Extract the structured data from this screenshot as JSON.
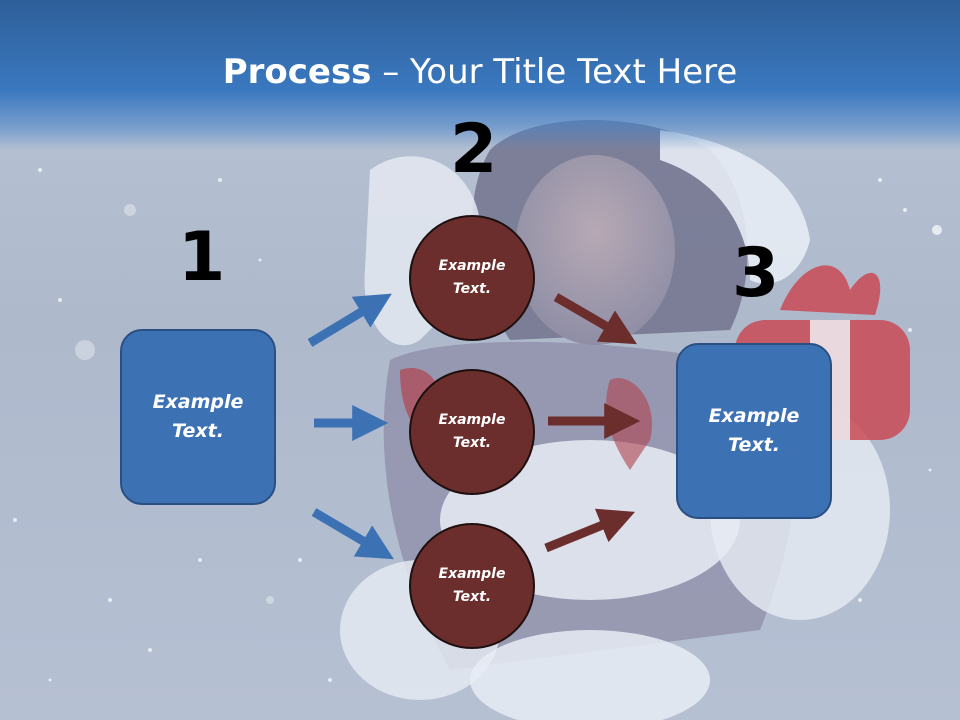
{
  "title": {
    "bold": "Process",
    "rest": " – Your Title Text Here"
  },
  "steps": {
    "step1": {
      "number": "1",
      "line1": "Example",
      "line2": "Text."
    },
    "step2": {
      "number": "2",
      "circles": [
        {
          "line1": "Example",
          "line2": "Text."
        },
        {
          "line1": "Example",
          "line2": "Text."
        },
        {
          "line1": "Example",
          "line2": "Text."
        }
      ]
    },
    "step3": {
      "number": "3",
      "line1": "Example",
      "line2": "Text."
    }
  },
  "colors": {
    "header": "#3a78bf",
    "box_fill": "#3c72b4",
    "circle_fill": "#6b2e2c",
    "arrow_blue": "#3c72b4",
    "arrow_red": "#6b2e2c"
  }
}
